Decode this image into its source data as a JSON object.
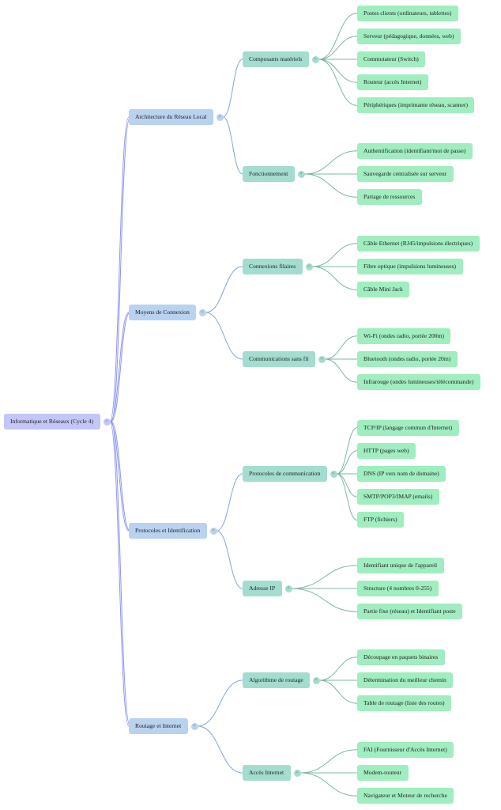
{
  "colors": {
    "root": "#c3c6f7",
    "level1": "#b9d2ef",
    "level2": "#a3ddd0",
    "level3": "#a0edc0",
    "link_root": "#8f95ef",
    "link_level1": "#7ea6e0",
    "link_level2": "#78b8a4"
  },
  "toggle_glyph": "<",
  "mindmap": {
    "label": "Informatique et Réseaux (Cycle 4)",
    "children": [
      {
        "label": "Architecture du Réseau Local",
        "children": [
          {
            "label": "Composants matériels",
            "children": [
              {
                "label": "Postes clients (ordinateurs, tablettes)"
              },
              {
                "label": "Serveur (pédagogique, données, web)"
              },
              {
                "label": "Commutateur (Switch)"
              },
              {
                "label": "Routeur (accès Internet)"
              },
              {
                "label": "Périphériques (imprimante réseau, scanner)"
              }
            ]
          },
          {
            "label": "Fonctionnement",
            "children": [
              {
                "label": "Authentification (identifiant/mot de passe)"
              },
              {
                "label": "Sauvegarde centralisée sur serveur"
              },
              {
                "label": "Partage de ressources"
              }
            ]
          }
        ]
      },
      {
        "label": "Moyens de Connexion",
        "children": [
          {
            "label": "Connexions filaires",
            "children": [
              {
                "label": "Câble Ethernet (RJ45/impulsions électriques)"
              },
              {
                "label": "Fibre optique (impulsions lumineuses)"
              },
              {
                "label": "Câble Mini Jack"
              }
            ]
          },
          {
            "label": "Communications sans fil",
            "children": [
              {
                "label": "Wi-Fi (ondes radio, portée 200m)"
              },
              {
                "label": "Bluetooth (ondes radio, portée 20m)"
              },
              {
                "label": "Infrarouge (ondes lumineuses/télécommande)"
              }
            ]
          }
        ]
      },
      {
        "label": "Protocoles et Identification",
        "children": [
          {
            "label": "Protocoles de communication",
            "children": [
              {
                "label": "TCP/IP (langage commun d'Internet)"
              },
              {
                "label": "HTTP (pages web)"
              },
              {
                "label": "DNS (IP vers nom de domaine)"
              },
              {
                "label": "SMTP/POP3/IMAP (emails)"
              },
              {
                "label": "FTP (fichiers)"
              }
            ]
          },
          {
            "label": "Adresse IP",
            "children": [
              {
                "label": "Identifiant unique de l'appareil"
              },
              {
                "label": "Structure (4 nombres 0-255)"
              },
              {
                "label": "Partie fixe (réseau) et Identifiant poste"
              }
            ]
          }
        ]
      },
      {
        "label": "Routage et Internet",
        "children": [
          {
            "label": "Algorithme de routage",
            "children": [
              {
                "label": "Découpage en paquets binaires"
              },
              {
                "label": "Détermination du meilleur chemin"
              },
              {
                "label": "Table de routage (liste des routes)"
              }
            ]
          },
          {
            "label": "Accès Internet",
            "children": [
              {
                "label": "FAI (Fournisseur d'Accès Internet)"
              },
              {
                "label": "Modem-routeur"
              },
              {
                "label": "Navigateur et Moteur de recherche"
              }
            ]
          }
        ]
      }
    ]
  }
}
